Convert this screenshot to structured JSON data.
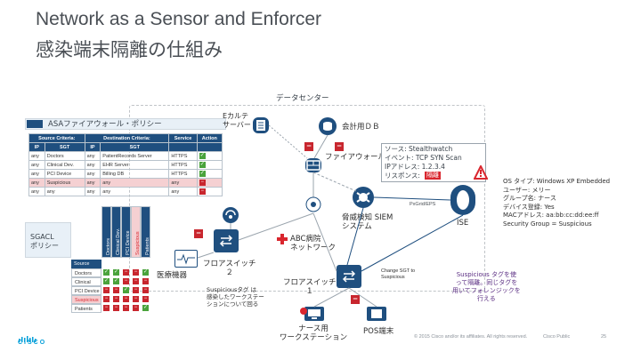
{
  "title_line1": "Network as a Sensor and Enforcer",
  "title_line2": "感染端末隔離の仕組み",
  "datacenter_label": "データセンター",
  "asa_policy_label": "ASAファイアウォール・ポリシー",
  "ekarte_label": "Eカルテ\nサーバー",
  "accounting_db_label": "会計用ＤＢ",
  "firewall_label": "ファイアウォール",
  "event_info": {
    "source": "ソース: Stealthwatch",
    "event": "イベント: TCP SYN Scan",
    "ip": "IPアドレス: 1.2.3.4",
    "response": "リスポンス: ",
    "response_badge": "隔離"
  },
  "pxgrid_label": "PxGrid/EPS",
  "siem_label": "脅威検知 SIEM\nシステム",
  "ise_label": "ISE",
  "abc_hospital_label": "ABC病院\nネットワーク",
  "sgacl_label": "SGACL\nポリシー",
  "floor_switch2_label": "フロアスイッチ\n２",
  "medical_device_label": "医療機器",
  "floor_switch1_label": "フロアスイッチ\n１",
  "suspicious_note": "Suspiciousタグ は\n感染したワークステー\nションについて回る",
  "change_sgt_label": "Change SGT to\nSuspicious",
  "nurse_station_label": "ナース用\nワークステーション",
  "pos_label": "POS端末",
  "suspicious_tag_note": "Suspicious タグを使\nって隔離。同じタグを\n用いてフォレンジックを\n行える",
  "os_info": [
    "OS タイプ: Windows XP Embedded",
    "ユーザー: メリー",
    "グループ名: ナース",
    "デバイス登録: Yes",
    "MACアドレス: aa:bb:cc:dd:ee:ff",
    "Security Group = Suspicious"
  ],
  "asa_table": {
    "group_headers": [
      "Source Criteria:",
      "Destination Criteria:",
      "Service",
      "Action"
    ],
    "col_headers": [
      "IP",
      "SGT",
      "IP",
      "SGT",
      "",
      ""
    ],
    "rows": [
      {
        "ip": "any",
        "sgt": "Doctors",
        "dip": "any",
        "dsgt": "PatientRecords Server",
        "svc": "HTTPS",
        "action": "ok"
      },
      {
        "ip": "any",
        "sgt": "Clinical Dev.",
        "dip": "any",
        "dsgt": "EHR Server",
        "svc": "HTTPS",
        "action": "ok"
      },
      {
        "ip": "any",
        "sgt": "PCI Device",
        "dip": "any",
        "dsgt": "Billing DB",
        "svc": "HTTPS",
        "action": "ok"
      },
      {
        "ip": "any",
        "sgt": "Suspicious",
        "dip": "any",
        "dsgt": "any",
        "svc": "any",
        "action": "no"
      },
      {
        "ip": "any",
        "sgt": "any",
        "dip": "any",
        "dsgt": "any",
        "svc": "any",
        "action": "no"
      }
    ]
  },
  "sgacl_table": {
    "dest_headers": [
      "Doctors",
      "Clinical Dev.",
      "PCI Device",
      "Suspicious",
      "Patients"
    ],
    "source_header": "Source",
    "rows": [
      {
        "name": "Doctors",
        "cells": [
          "ok",
          "ok",
          "no",
          "no",
          "ok"
        ]
      },
      {
        "name": "Clinical Dev.",
        "cells": [
          "ok",
          "ok",
          "no",
          "no",
          "no"
        ]
      },
      {
        "name": "PCI Device",
        "cells": [
          "no",
          "no",
          "ok",
          "no",
          "no"
        ]
      },
      {
        "name": "Suspicious",
        "cells": [
          "no",
          "no",
          "no",
          "no",
          "no"
        ]
      },
      {
        "name": "Patients",
        "cells": [
          "no",
          "no",
          "no",
          "no",
          "ok"
        ]
      }
    ]
  },
  "footer": {
    "copyright": "© 2015  Cisco and/or its affiliates. All rights reserved.",
    "confidentiality": "Cisco Public",
    "page": "25"
  },
  "logo_text": "CISCO",
  "colors": {
    "accent_blue": "#1f4f7f",
    "alert_red": "#d9262e",
    "ok_green": "#4aa33c",
    "ise_blue": "#1f4f7f"
  }
}
